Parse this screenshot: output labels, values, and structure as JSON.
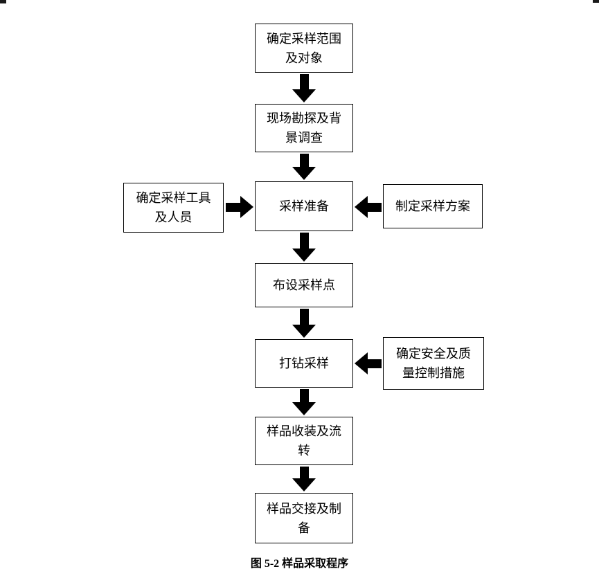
{
  "diagram": {
    "caption": "图 5-2  样品采取程序",
    "nodes": {
      "scope": {
        "label": "确定采样范围\n及对象"
      },
      "survey": {
        "label": "现场勘探及背\n景调查"
      },
      "tools": {
        "label": "确定采样工具\n及人员"
      },
      "prep": {
        "label": "采样准备"
      },
      "plan": {
        "label": "制定采样方案"
      },
      "points": {
        "label": "布设采样点"
      },
      "drill": {
        "label": "打钻采样"
      },
      "safety": {
        "label": "确定安全及质\n量控制措施"
      },
      "collect": {
        "label": "样品收装及流\n转"
      },
      "handover": {
        "label": "样品交接及制\n备"
      }
    },
    "edges": [
      {
        "from": "scope",
        "to": "survey",
        "direction": "down"
      },
      {
        "from": "survey",
        "to": "prep",
        "direction": "down"
      },
      {
        "from": "tools",
        "to": "prep",
        "direction": "right"
      },
      {
        "from": "plan",
        "to": "prep",
        "direction": "left"
      },
      {
        "from": "prep",
        "to": "points",
        "direction": "down"
      },
      {
        "from": "points",
        "to": "drill",
        "direction": "down"
      },
      {
        "from": "safety",
        "to": "drill",
        "direction": "left"
      },
      {
        "from": "drill",
        "to": "collect",
        "direction": "down"
      },
      {
        "from": "collect",
        "to": "handover",
        "direction": "down"
      }
    ]
  }
}
